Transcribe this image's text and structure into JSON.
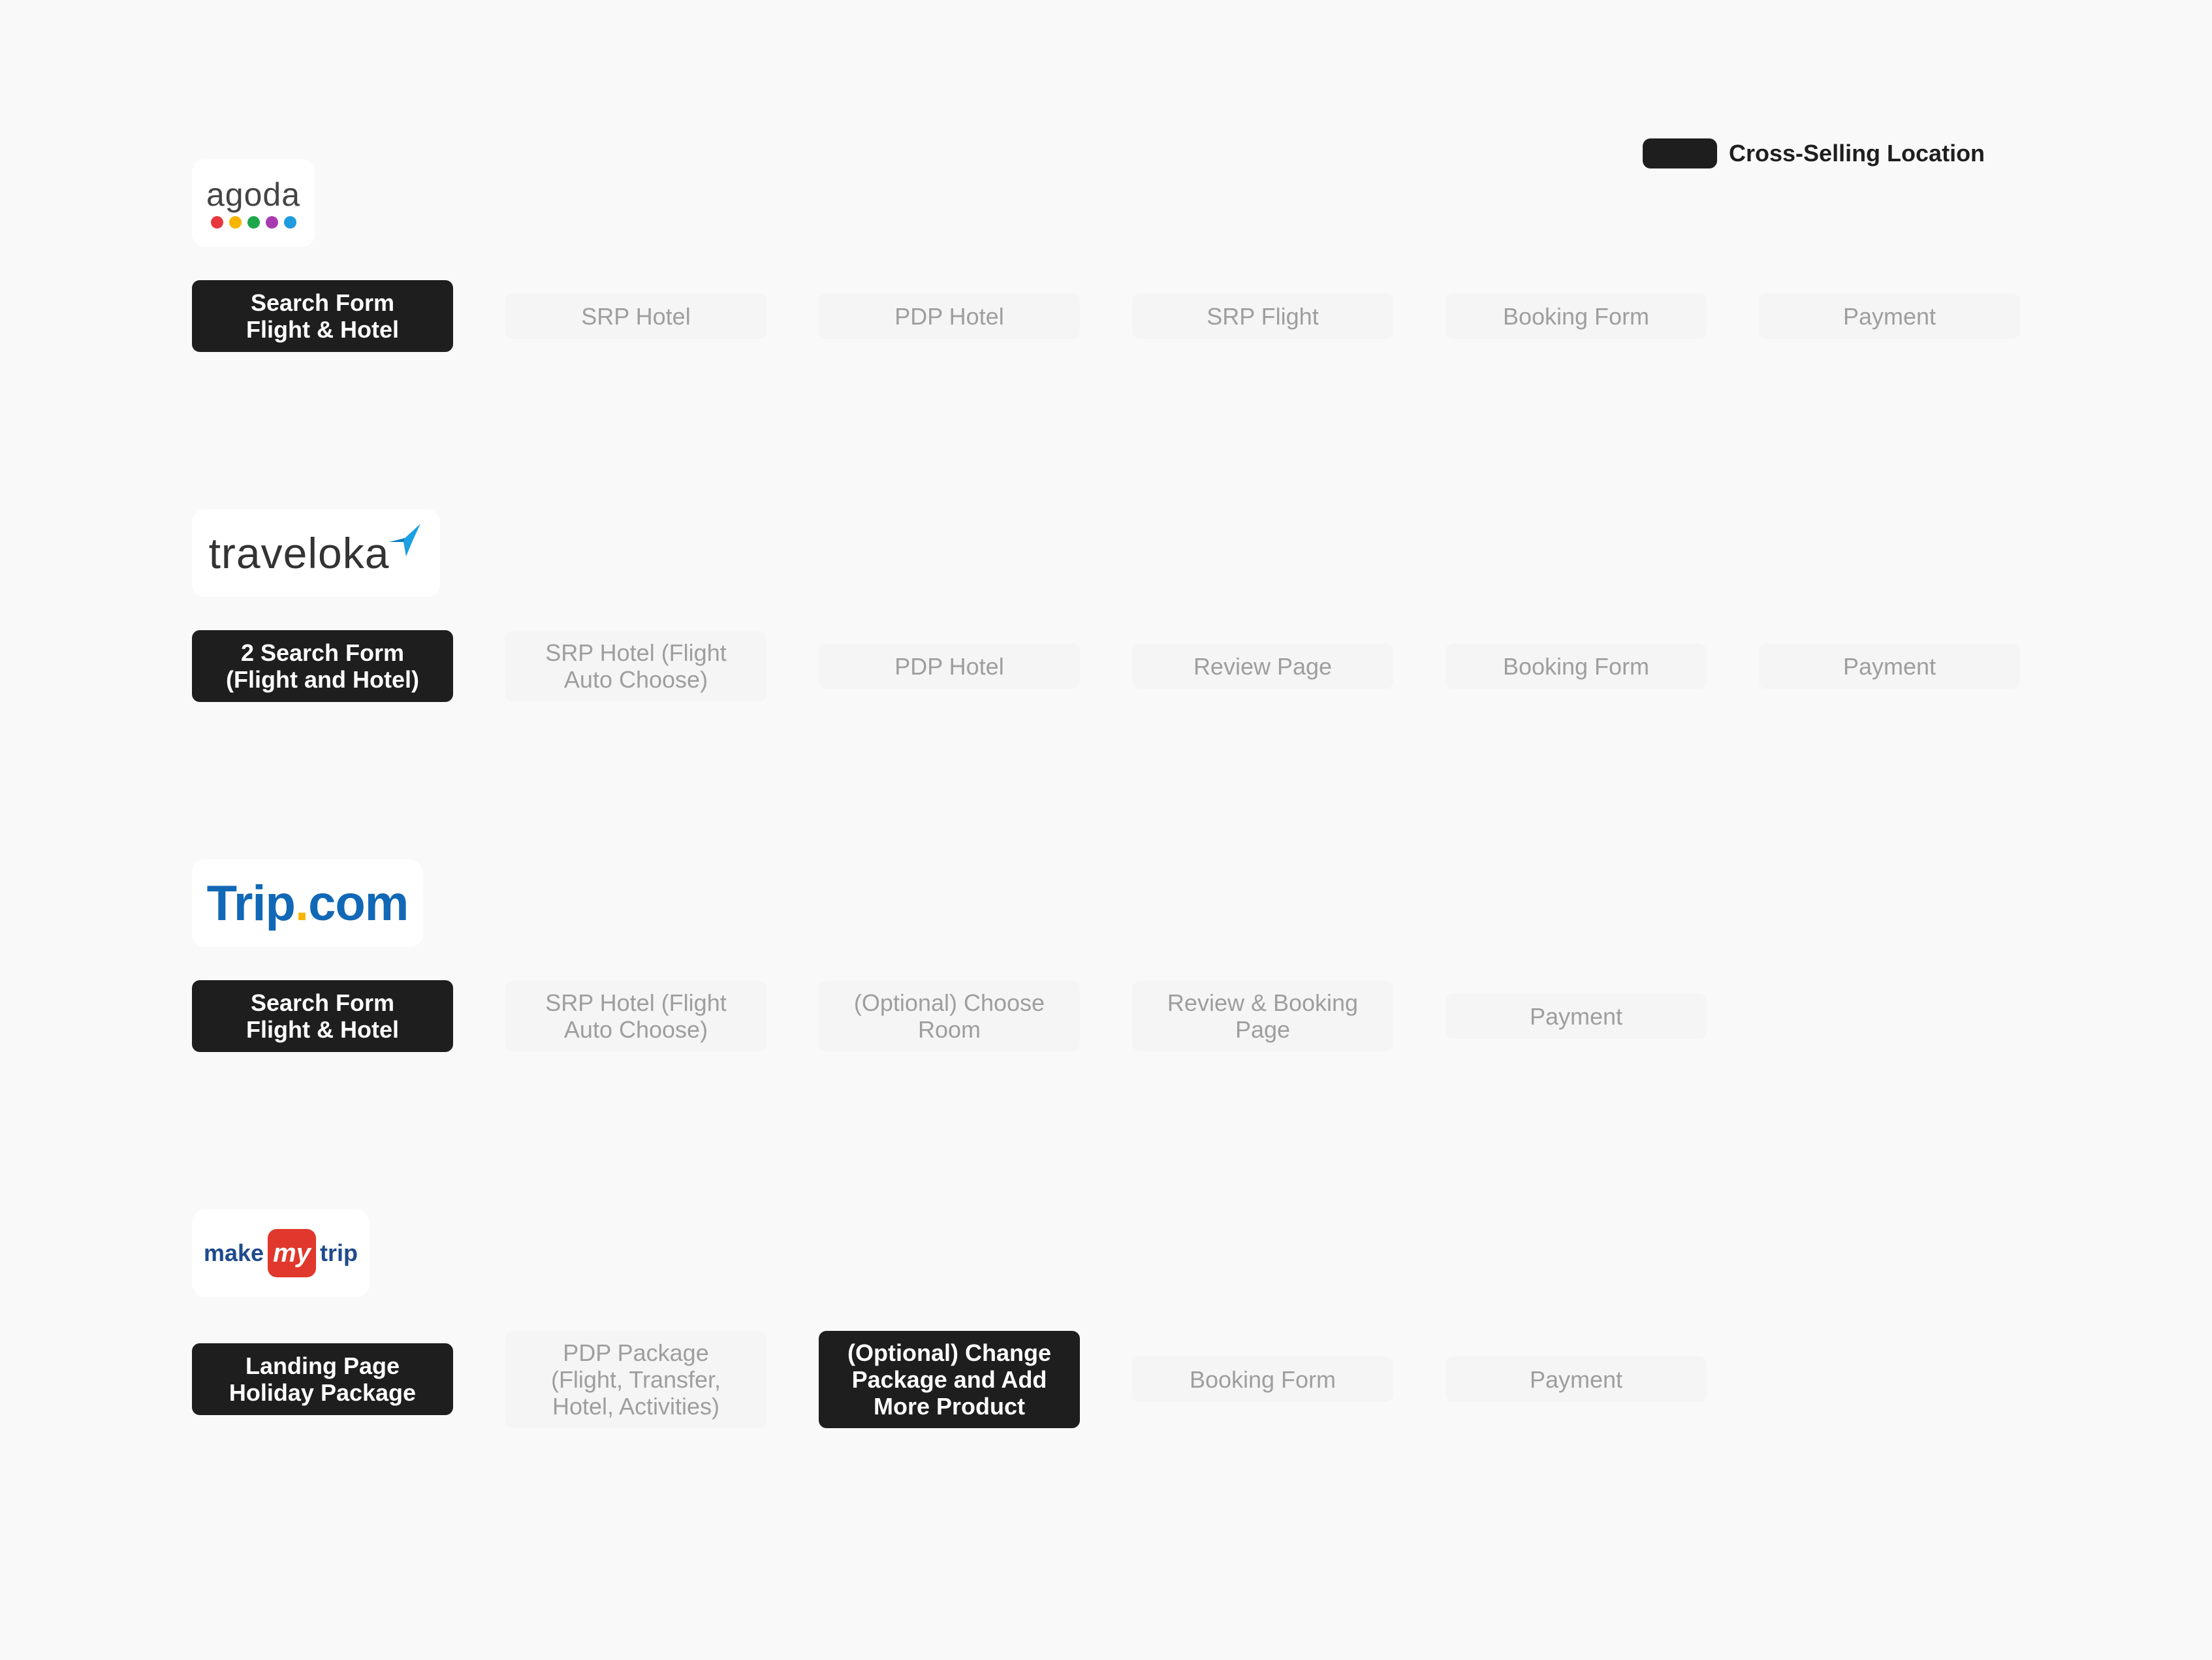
{
  "legend": {
    "label": "Cross-Selling Location"
  },
  "rows": [
    {
      "brand": "agoda",
      "logo_text": "agoda",
      "logo_dot_colors": [
        "#e8383d",
        "#f7b500",
        "#1ea64b",
        "#a83ab0",
        "#1f9be0"
      ],
      "steps": [
        {
          "label": "Search Form\nFlight & Hotel",
          "cross_selling": true
        },
        {
          "label": "SRP Hotel",
          "cross_selling": false
        },
        {
          "label": "PDP Hotel",
          "cross_selling": false
        },
        {
          "label": "SRP Flight",
          "cross_selling": false
        },
        {
          "label": "Booking Form",
          "cross_selling": false
        },
        {
          "label": "Payment",
          "cross_selling": false
        }
      ]
    },
    {
      "brand": "traveloka",
      "logo_text": "traveloka",
      "logo_color": "#1ba0e2",
      "steps": [
        {
          "label": "2 Search Form\n(Flight and Hotel)",
          "cross_selling": true
        },
        {
          "label": "SRP Hotel (Flight\nAuto Choose)",
          "cross_selling": false
        },
        {
          "label": "PDP Hotel",
          "cross_selling": false
        },
        {
          "label": "Review Page",
          "cross_selling": false
        },
        {
          "label": "Booking Form",
          "cross_selling": false
        },
        {
          "label": "Payment",
          "cross_selling": false
        }
      ]
    },
    {
      "brand": "trip.com",
      "logo_text_a": "Trip",
      "logo_text_dot": ".",
      "logo_text_b": "com",
      "steps": [
        {
          "label": "Search Form\nFlight & Hotel",
          "cross_selling": true
        },
        {
          "label": "SRP Hotel (Flight\nAuto Choose)",
          "cross_selling": false
        },
        {
          "label": "(Optional) Choose\nRoom",
          "cross_selling": false
        },
        {
          "label": "Review & Booking\nPage",
          "cross_selling": false
        },
        {
          "label": "Payment",
          "cross_selling": false
        }
      ]
    },
    {
      "brand": "makemytrip",
      "logo_text_a": "make",
      "logo_text_my": "my",
      "logo_text_b": "trip",
      "steps": [
        {
          "label": "Landing Page\nHoliday Package",
          "cross_selling": true
        },
        {
          "label": "PDP Package\n(Flight, Transfer,\nHotel, Activities)",
          "cross_selling": false
        },
        {
          "label": "(Optional) Change\nPackage and Add\nMore Product",
          "cross_selling": true
        },
        {
          "label": "Booking Form",
          "cross_selling": false
        },
        {
          "label": "Payment",
          "cross_selling": false
        }
      ]
    }
  ]
}
